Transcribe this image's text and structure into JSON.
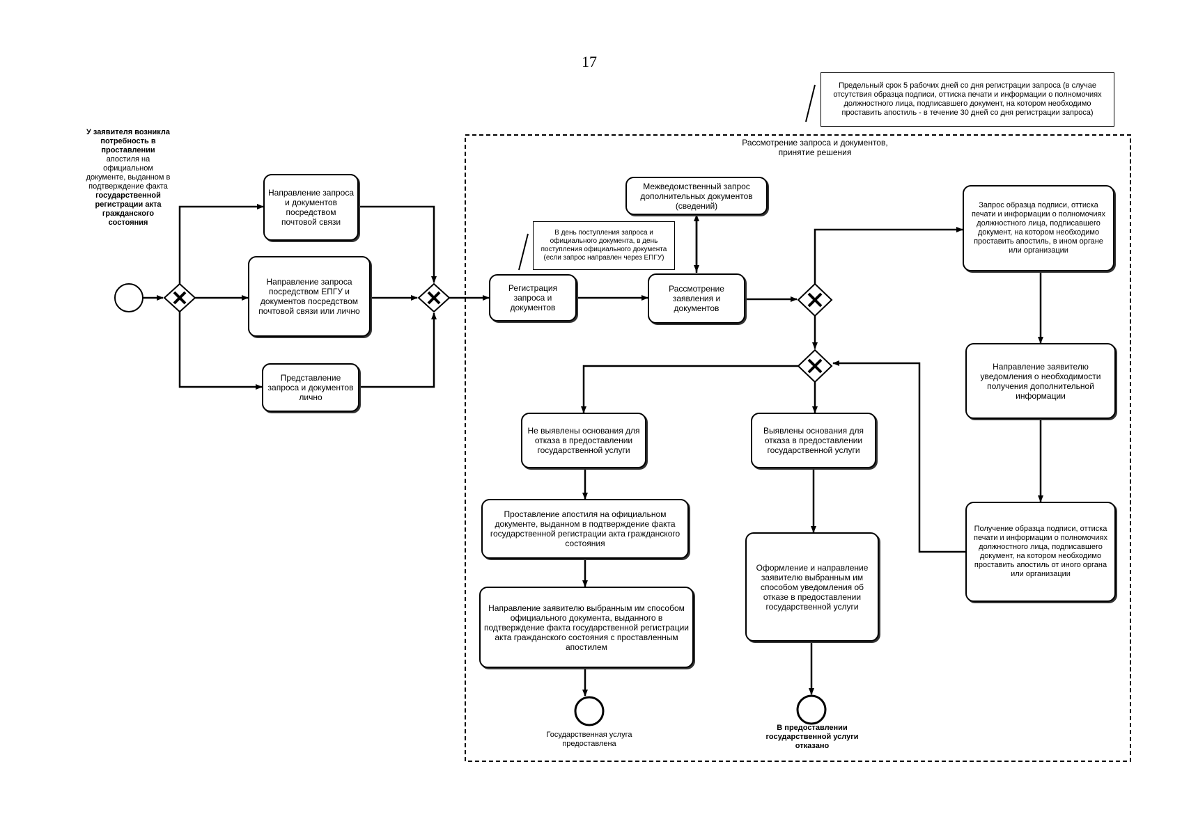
{
  "page_number": "17",
  "start_event": {
    "line1_bold": "У заявителя возникла потребность в проставлении",
    "line2": "апостиля на официальном документе, выданном в подтверждение факта",
    "line3_bold": "государственной регистрации акта гражданского состояния"
  },
  "submission": {
    "mail": "Направление запроса и документов посредством почтовой связи",
    "epgu": "Направление запроса посредством ЕПГУ и документов посредством почтовой связи или лично",
    "personal": "Представление запроса и документов лично"
  },
  "pool_label": "Рассмотрение запроса и документов, принятие решения",
  "top_note": "Предельный срок 5 рабочих дней со дня регистрации запроса (в случае отсутствия образца подписи, оттиска печати и информации о полномочиях должностного лица, подписавшего документ, на котором необходимо проставить апостиль - в течение 30 дней со дня регистрации запроса)",
  "reg_note": "В день поступления запроса и официального документа, в день поступления официального документа (если запрос направлен через ЕПГУ)",
  "tasks": {
    "registration": "Регистрация запроса и документов",
    "interdept": "Межведомственный запрос дополнительных документов (сведений)",
    "review": "Рассмотрение заявления и документов",
    "sample_request": "Запрос образца подписи, оттиска печати и информации о полномочиях должностного лица, подписавшего документ, на котором необходимо проставить апостиль, в ином органе или организации",
    "notify": "Направление заявителю уведомления о необходимости получения дополнительной информации",
    "receive_sample": "Получение образца подписи, оттиска печати и информации о полномочиях должностного лица, подписавшего документ, на котором необходимо проставить апостиль от иного органа или организации",
    "no_grounds": "Не выявлены основания для отказа в предоставлении государственной услуги",
    "grounds": "Выявлены основания для отказа в предоставлении государственной услуги",
    "apostille": "Проставление апостиля на официальном документе, выданном в подтверждение факта государственной регистрации акта гражданского состояния",
    "send_doc": "Направление заявителю выбранным им способом официального документа, выданного в подтверждение факта государственной регистрации акта гражданского состояния с проставленным апостилем",
    "refusal": "Оформление и направление заявителю выбранным им способом уведомления об отказе в предоставлении государственной услуги"
  },
  "end_events": {
    "provided": "Государственная услуга предоставлена",
    "refused": "В предоставлении государственной услуги отказано"
  }
}
